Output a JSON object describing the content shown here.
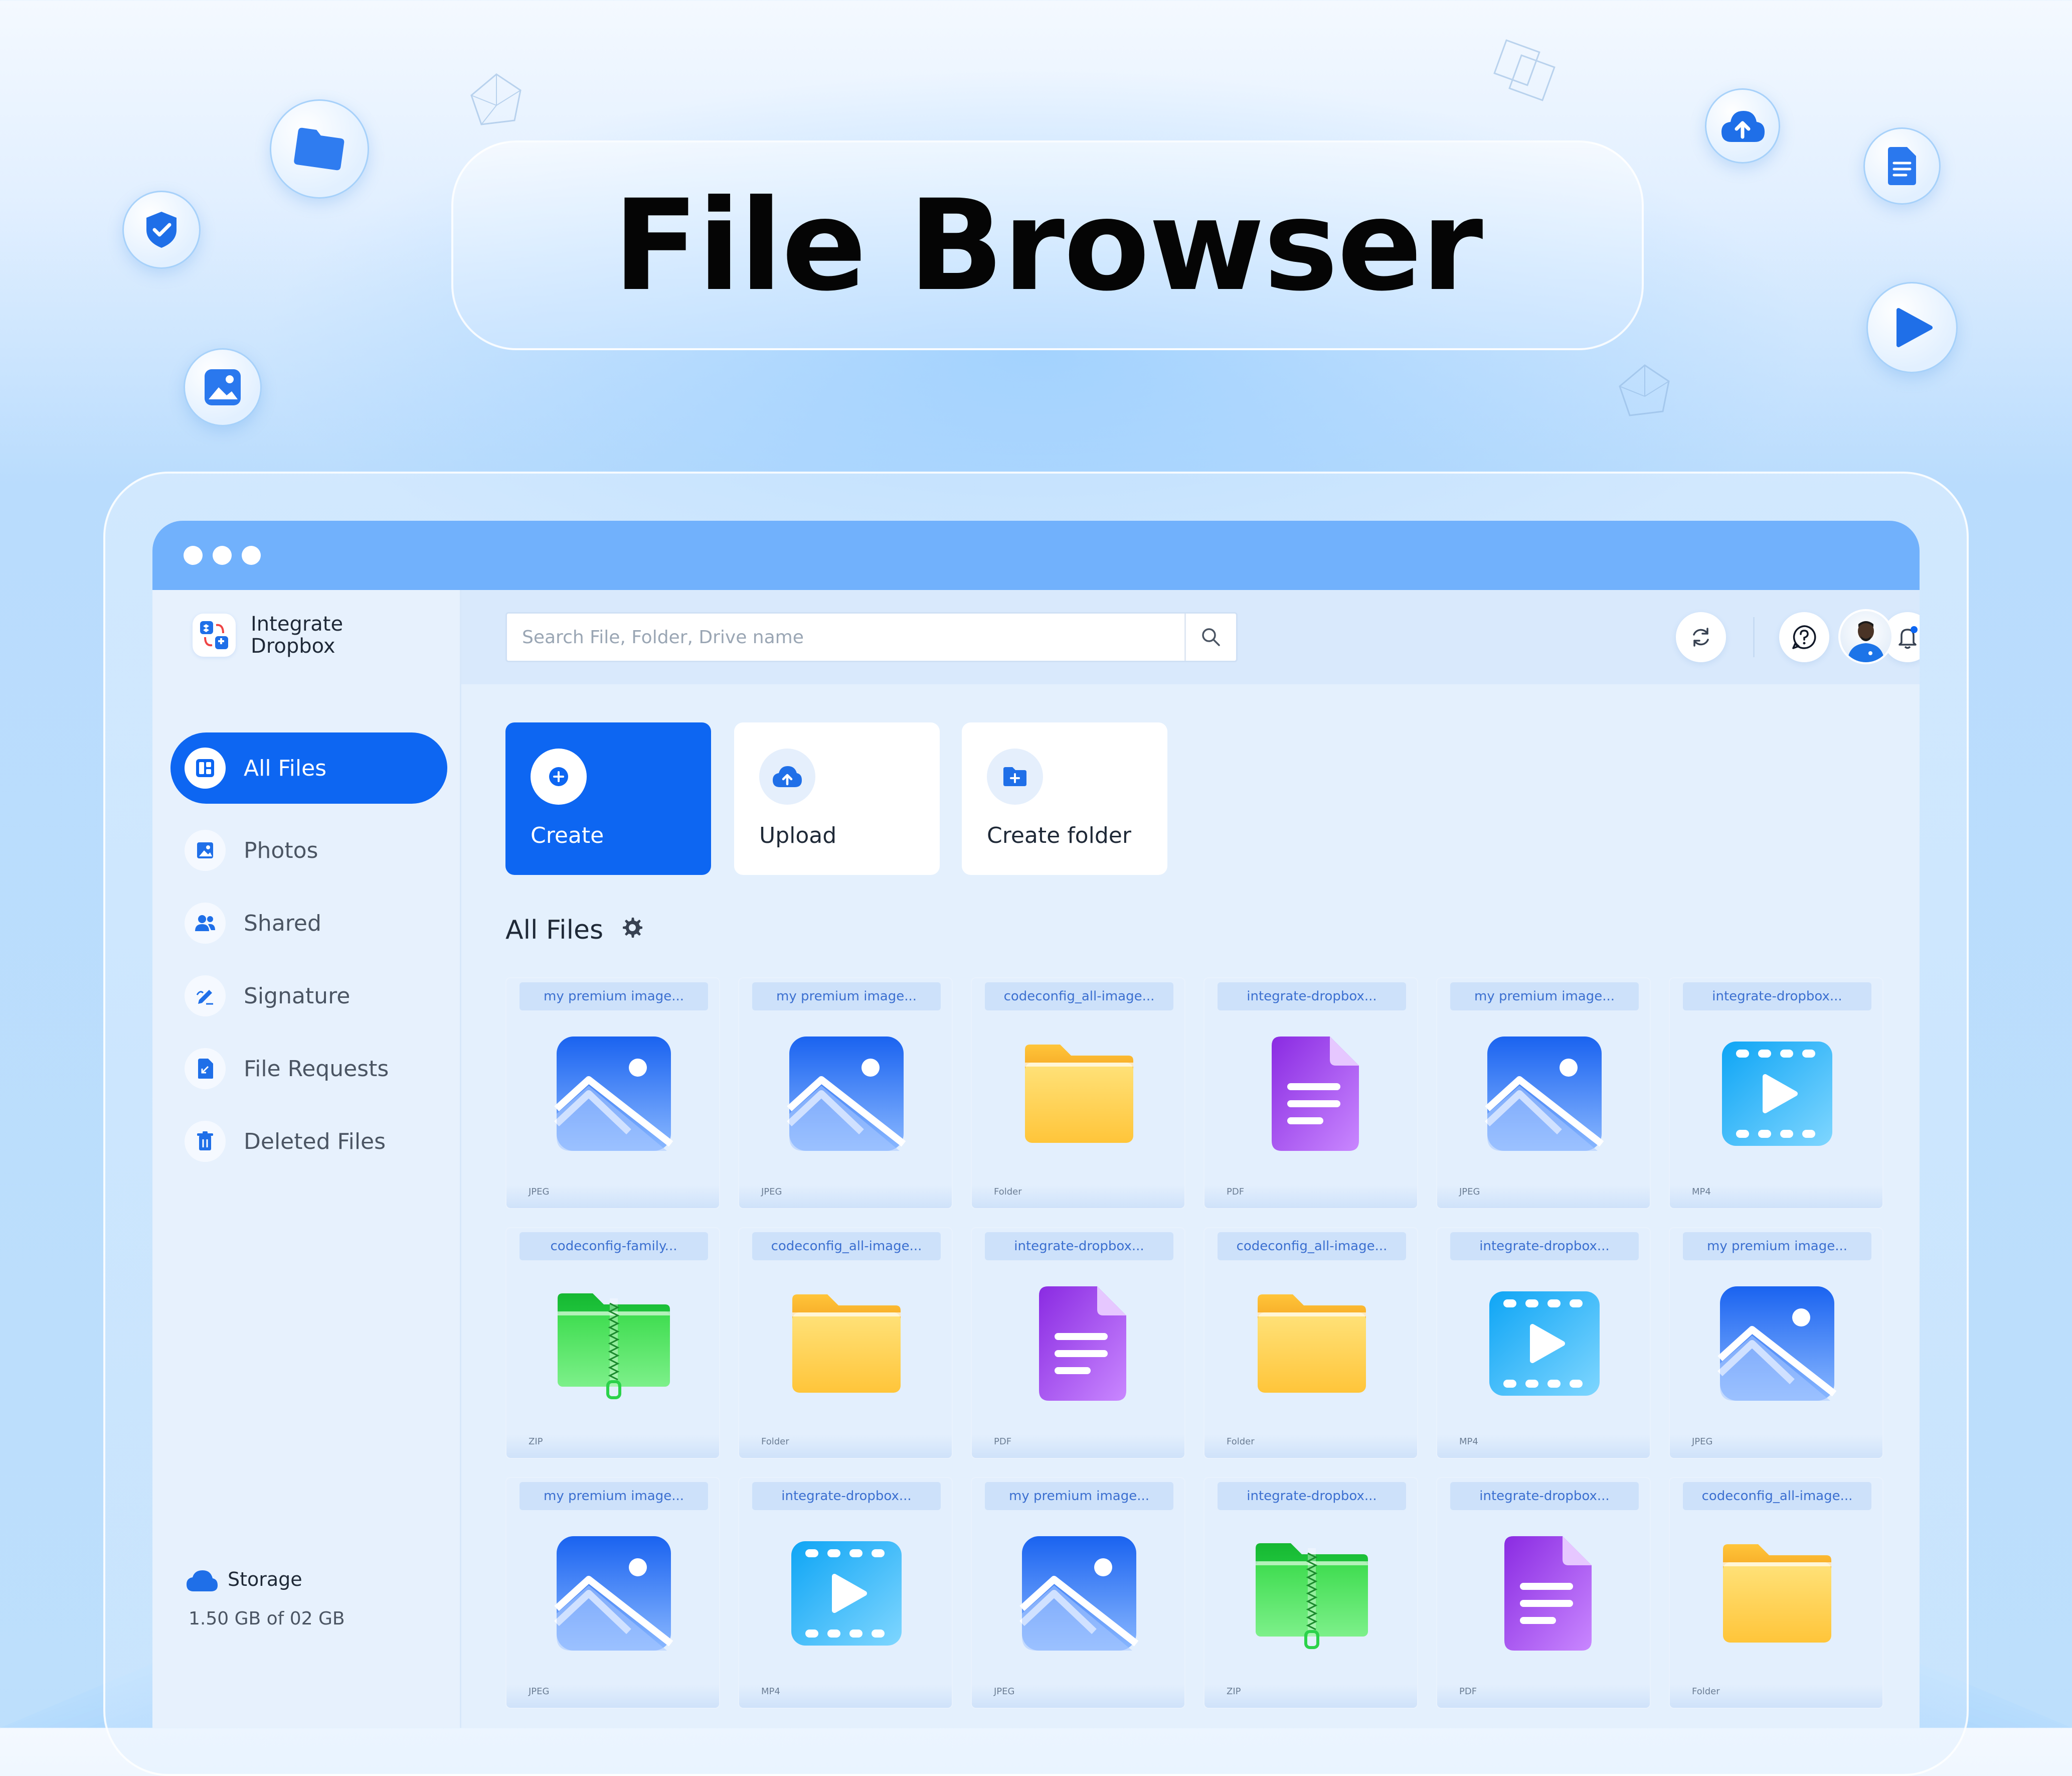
{
  "hero": {
    "title": "File Browser"
  },
  "decor_icons": [
    "folder-icon",
    "shield-check-icon",
    "image-icon",
    "cloud-upload-icon",
    "document-icon",
    "play-icon"
  ],
  "app": {
    "brand_line1": "Integrate",
    "brand_line2": "Dropbox",
    "sidebar": {
      "items": [
        {
          "label": "All Files",
          "icon": "dashboard-icon",
          "active": true
        },
        {
          "label": "Photos",
          "icon": "photo-icon",
          "active": false
        },
        {
          "label": "Shared",
          "icon": "users-icon",
          "active": false
        },
        {
          "label": "Signature",
          "icon": "pen-icon",
          "active": false
        },
        {
          "label": "File Requests",
          "icon": "file-request-icon",
          "active": false
        },
        {
          "label": "Deleted Files",
          "icon": "trash-icon",
          "active": false
        }
      ],
      "storage_label": "Storage",
      "storage_value": "1.50 GB of 02 GB"
    },
    "search": {
      "placeholder": "Search File, Folder, Drive name"
    },
    "topbar_icons": [
      "sync-icon",
      "help-icon",
      "bell-icon",
      "avatar"
    ],
    "actions": [
      {
        "label": "Create",
        "icon": "plus-icon"
      },
      {
        "label": "Upload",
        "icon": "cloud-upload-icon"
      },
      {
        "label": "Create folder",
        "icon": "folder-add-icon"
      }
    ],
    "section_title": "All Files",
    "colors": {
      "primary": "#0d66f2",
      "titlebar": "#71b1fc"
    },
    "files": [
      {
        "name": "my premium image...",
        "type": "JPEG"
      },
      {
        "name": "my premium image...",
        "type": "JPEG"
      },
      {
        "name": "codeconfig_all-image...",
        "type": "Folder"
      },
      {
        "name": "integrate-dropbox...",
        "type": "PDF"
      },
      {
        "name": "my premium image...",
        "type": "JPEG"
      },
      {
        "name": "integrate-dropbox...",
        "type": "MP4"
      },
      {
        "name": "codeconfig-family...",
        "type": "ZIP"
      },
      {
        "name": "codeconfig_all-image...",
        "type": "Folder"
      },
      {
        "name": "integrate-dropbox...",
        "type": "PDF"
      },
      {
        "name": "codeconfig_all-image...",
        "type": "Folder"
      },
      {
        "name": "integrate-dropbox...",
        "type": "MP4"
      },
      {
        "name": "my premium image...",
        "type": "JPEG"
      },
      {
        "name": "my premium image...",
        "type": "JPEG"
      },
      {
        "name": "integrate-dropbox...",
        "type": "MP4"
      },
      {
        "name": "my premium image...",
        "type": "JPEG"
      },
      {
        "name": "integrate-dropbox...",
        "type": "ZIP"
      },
      {
        "name": "integrate-dropbox...",
        "type": "PDF"
      },
      {
        "name": "codeconfig_all-image...",
        "type": "Folder"
      }
    ]
  }
}
